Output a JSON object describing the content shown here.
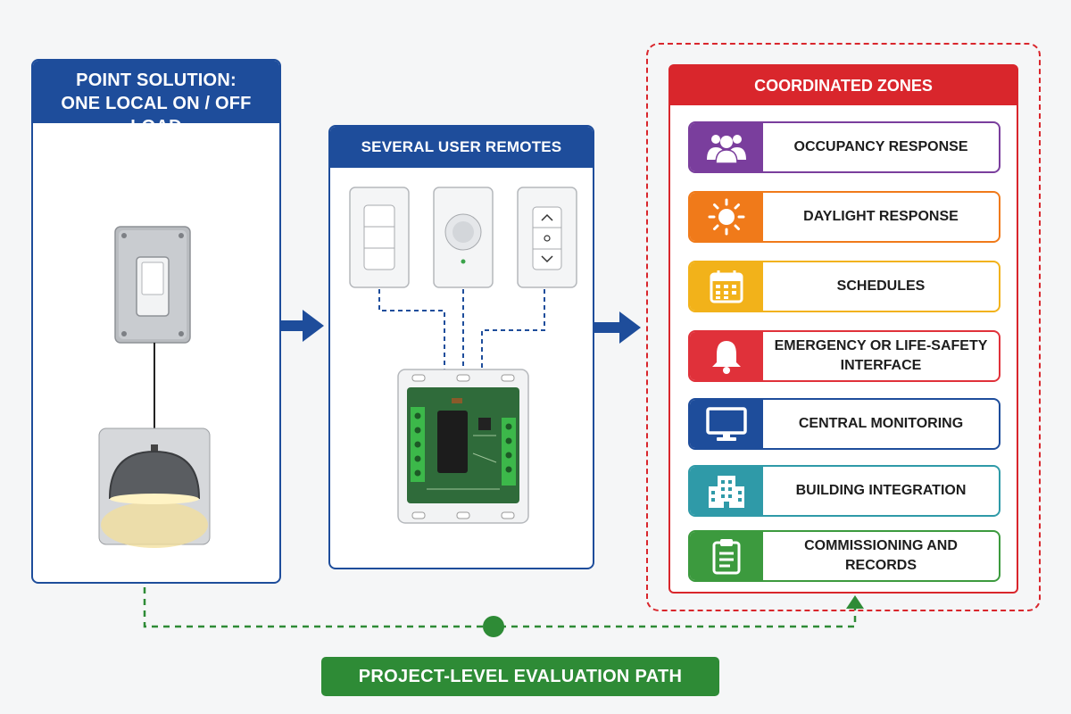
{
  "panel_point": {
    "title_line1": "POINT SOLUTION:",
    "title_line2": "ONE LOCAL ON / OFF LOAD"
  },
  "panel_remotes": {
    "title": "SEVERAL USER REMOTES"
  },
  "zones": {
    "title": "COORDINATED ZONES",
    "items": [
      {
        "label": "OCCUPANCY RESPONSE",
        "color": "#7a3e9d",
        "icon": "people-icon"
      },
      {
        "label": "DAYLIGHT RESPONSE",
        "color": "#f07a1a",
        "icon": "sun-icon"
      },
      {
        "label": "SCHEDULES",
        "color": "#f2b21a",
        "icon": "calendar-icon"
      },
      {
        "label": "EMERGENCY OR LIFE-SAFETY INTERFACE",
        "color": "#e0313a",
        "icon": "bell-icon"
      },
      {
        "label": "CENTRAL MONITORING",
        "color": "#1e4d9b",
        "icon": "monitor-icon"
      },
      {
        "label": "BUILDING INTEGRATION",
        "color": "#2f9aa8",
        "icon": "building-icon"
      },
      {
        "label": "COMMISSIONING AND RECORDS",
        "color": "#3c9a3e",
        "icon": "clipboard-icon"
      }
    ]
  },
  "bottom_path": {
    "label": "PROJECT-LEVEL EVALUATION PATH",
    "color": "#2e8b36"
  },
  "colors": {
    "blue": "#1e4d9b",
    "red": "#d9262c",
    "green": "#2e8b36"
  }
}
